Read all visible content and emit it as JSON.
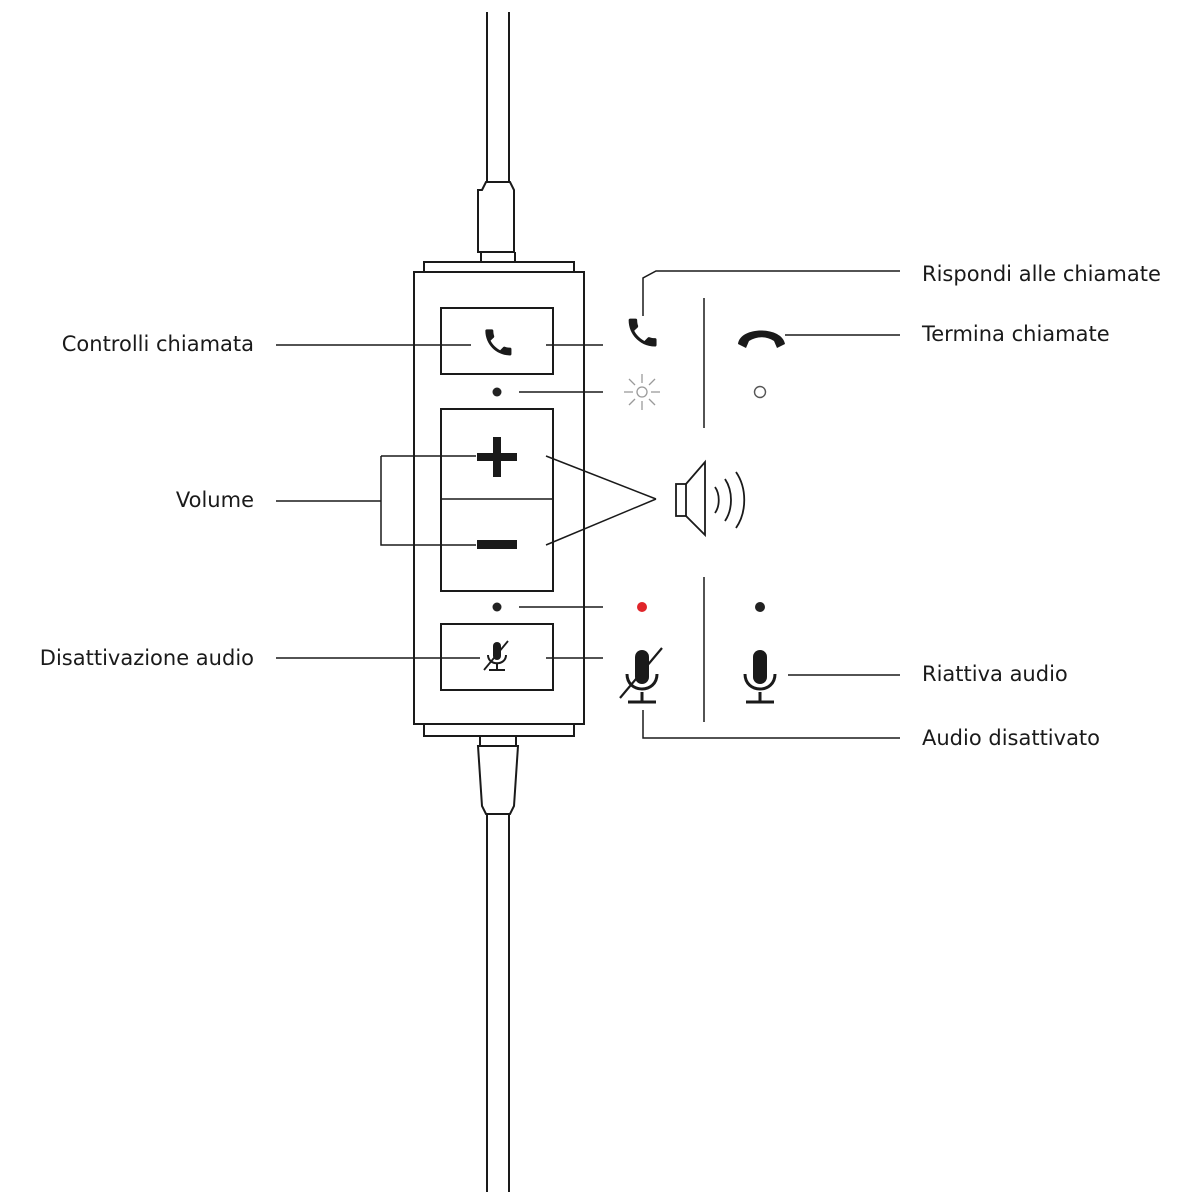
{
  "labels": {
    "call_controls": "Controlli chiamata",
    "volume": "Volume",
    "mute": "Disattivazione audio",
    "answer_calls": "Rispondi alle chiamate",
    "end_calls": "Termina chiamate",
    "unmute": "Riattiva audio",
    "muted": "Audio disattivato"
  },
  "colors": {
    "line": "#1a1a1a",
    "light_line": "#c8c8c8",
    "led_off": "#222222",
    "led_red": "#e0252a",
    "background": "#ffffff"
  },
  "icons": {
    "call_button": "phone-icon",
    "volume_up": "plus-icon",
    "volume_down": "minus-icon",
    "mute_button": "mic-muted-icon",
    "answer_state": "phone-icon",
    "end_state": "phone-hangup-icon",
    "blink_state": "led-blink-icon",
    "speaker": "speaker-icon",
    "muted_state": "mic-muted-icon",
    "unmuted_state": "mic-icon"
  }
}
